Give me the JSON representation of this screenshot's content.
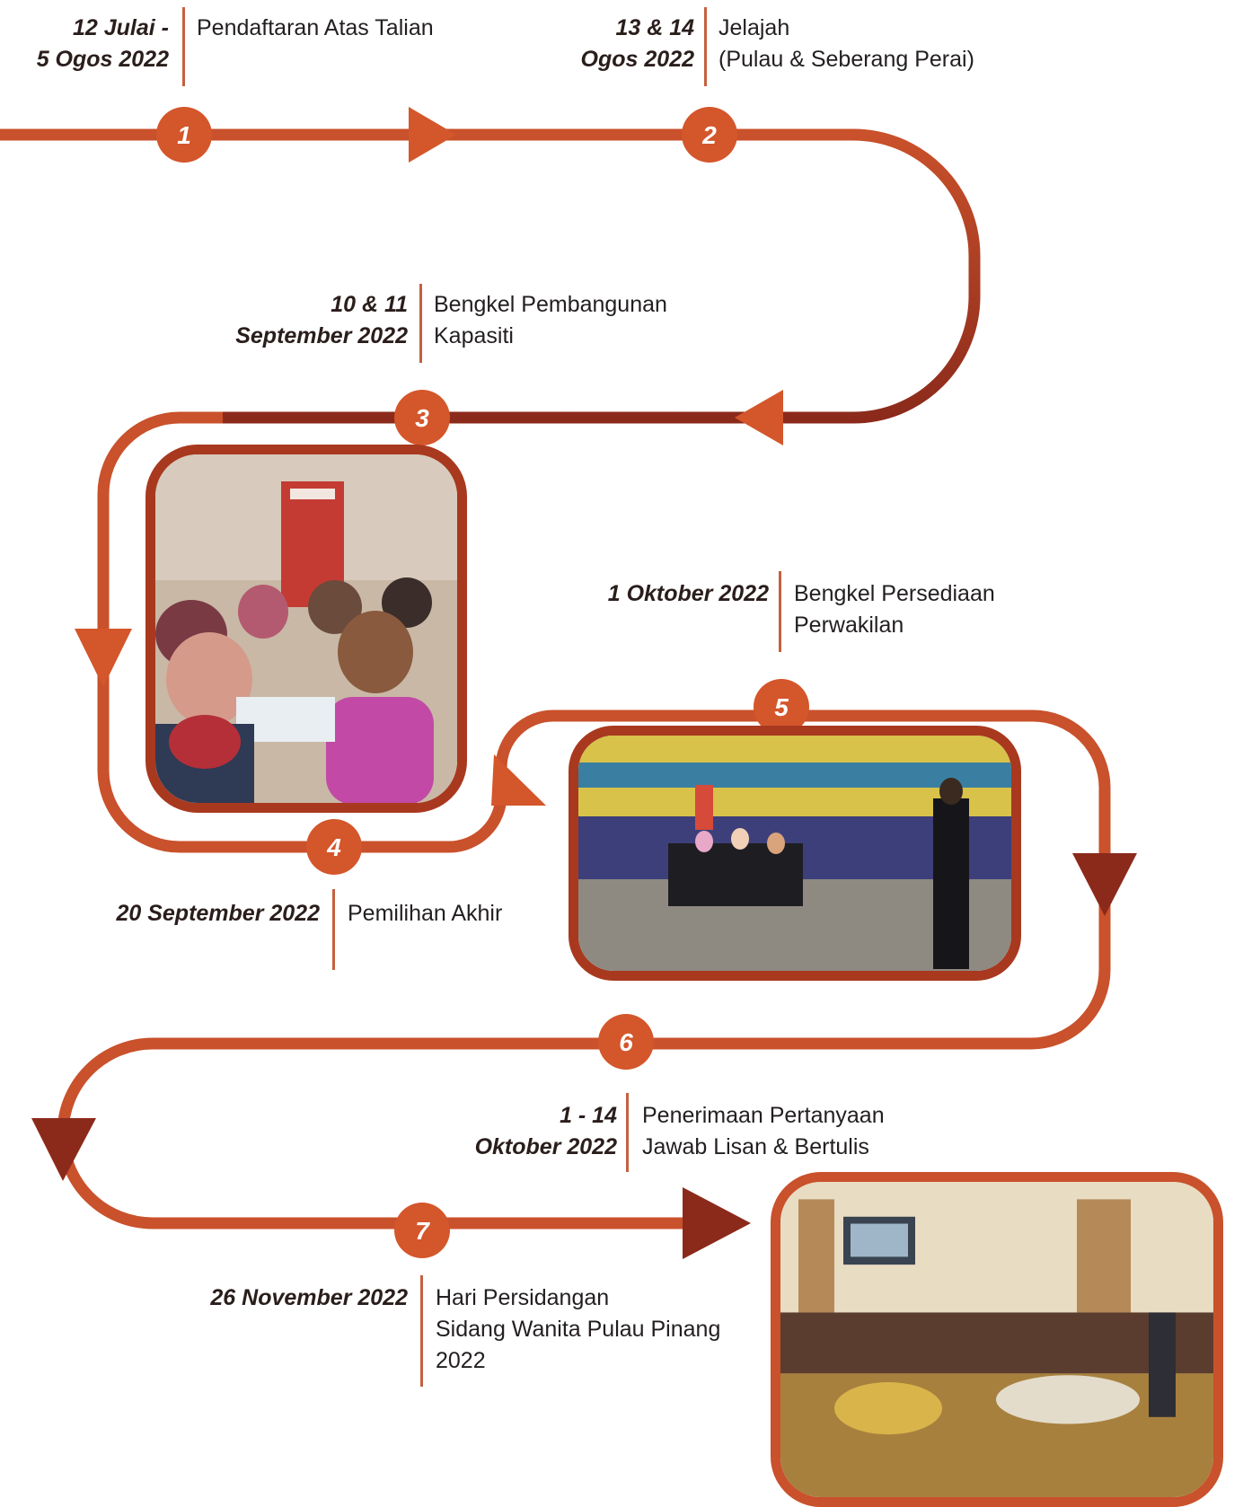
{
  "colors": {
    "path_primary": "#c9512b",
    "path_dark": "#8b2a1b",
    "badge_fill": "#d4562b",
    "badge_text": "#ffffff",
    "divider": "#c4613f",
    "frame": "#a8391f"
  },
  "milestones": [
    {
      "number": "1",
      "date_line1": "12 Julai -",
      "date_line2": "5 Ogos 2022",
      "desc_line1": "Pendaftaran Atas Talian",
      "desc_line2": ""
    },
    {
      "number": "2",
      "date_line1": "13 & 14",
      "date_line2": "Ogos 2022",
      "desc_line1": "Jelajah",
      "desc_line2": "(Pulau & Seberang Perai)"
    },
    {
      "number": "3",
      "date_line1": "10 & 11",
      "date_line2": "September 2022",
      "desc_line1": "Bengkel Pembangunan",
      "desc_line2": "Kapasiti"
    },
    {
      "number": "4",
      "date_line1": "20 September 2022",
      "date_line2": "",
      "desc_line1": "Pemilihan Akhir",
      "desc_line2": ""
    },
    {
      "number": "5",
      "date_line1": "1 Oktober 2022",
      "date_line2": "",
      "desc_line1": "Bengkel Persediaan",
      "desc_line2": "Perwakilan"
    },
    {
      "number": "6",
      "date_line1": "1 - 14",
      "date_line2": "Oktober 2022",
      "desc_line1": "Penerimaan Pertanyaan",
      "desc_line2": "Jawab Lisan & Bertulis"
    },
    {
      "number": "7",
      "date_line1": "26 November 2022",
      "date_line2": "",
      "desc_line1": "Hari Persidangan",
      "desc_line2": "Sidang Wanita Pulau Pinang",
      "desc_line3": "2022"
    }
  ],
  "photos": [
    {
      "name": "workshop-audience-photo"
    },
    {
      "name": "auditorium-session-photo"
    },
    {
      "name": "assembly-hall-photo"
    }
  ]
}
